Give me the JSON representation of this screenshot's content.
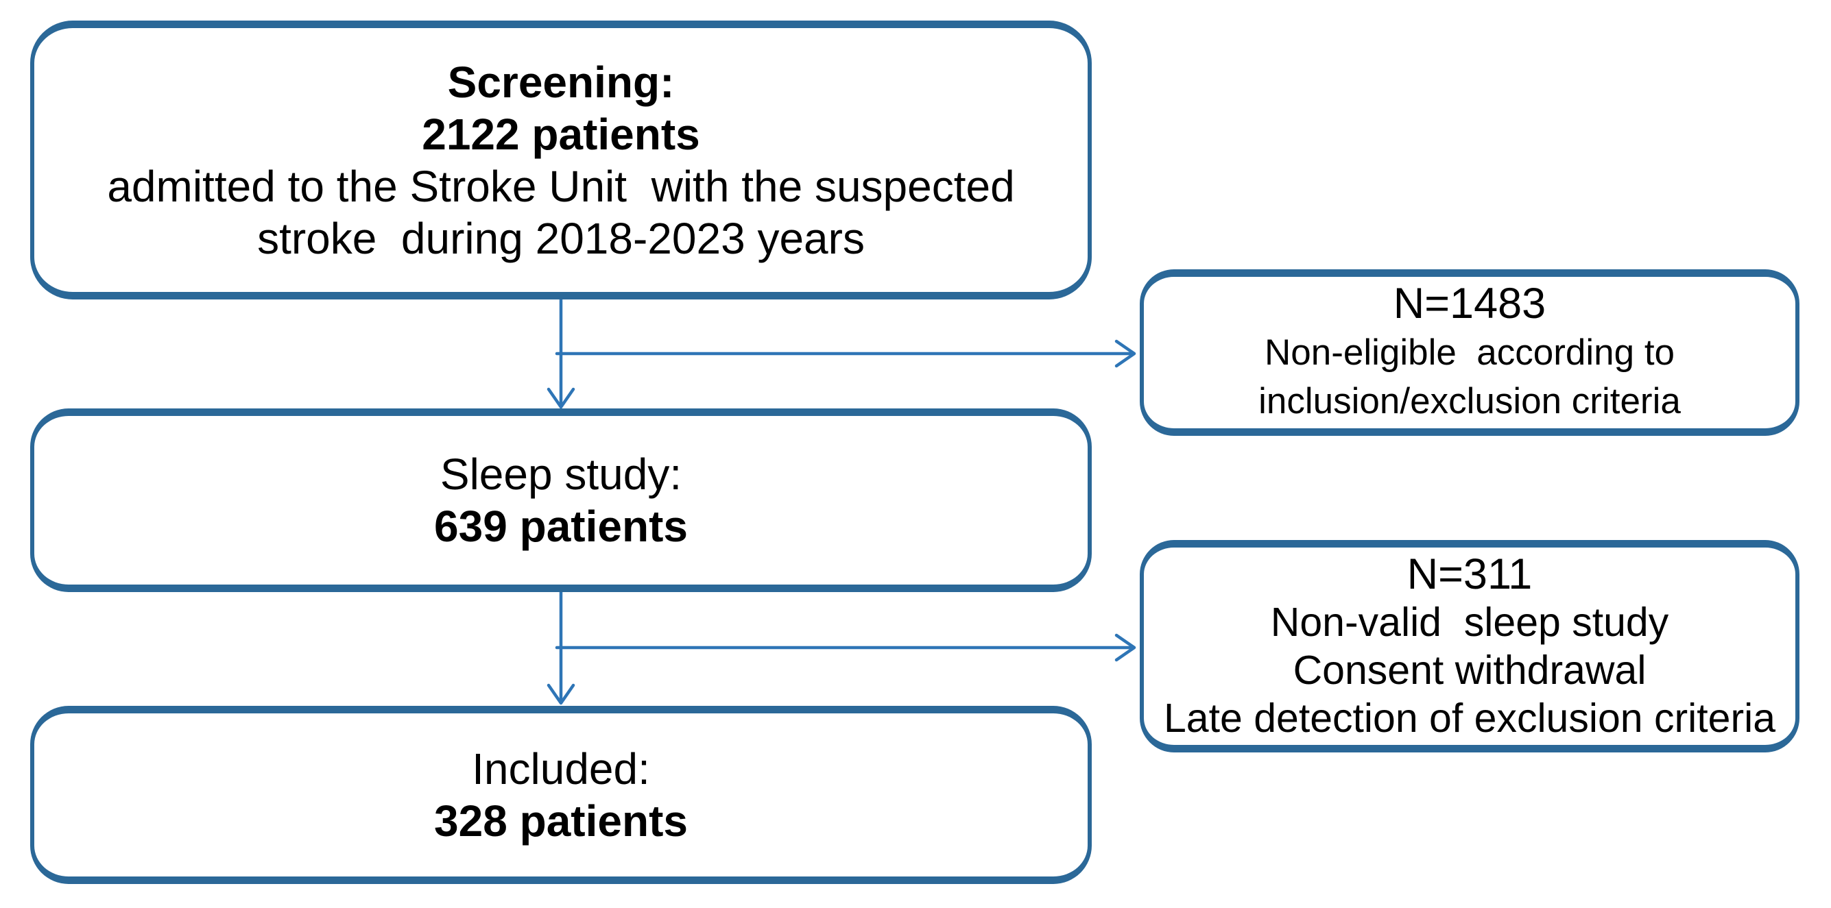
{
  "colors": {
    "border": "#2b6898",
    "arrow": "#2e75b6",
    "text": "#000000",
    "background": "#ffffff"
  },
  "diagram": {
    "screening": {
      "line1": "Screening:",
      "line2": "2122 patients",
      "line3": "admitted to the Stroke Unit  with the suspected",
      "line4": "stroke  during 2018-2023 years"
    },
    "sleep_study": {
      "line1": "Sleep study:",
      "line2": "639 patients"
    },
    "included": {
      "line1": "Included:",
      "line2": "328 patients"
    },
    "excluded_screening": {
      "n": "N=1483",
      "line1": "Non-eligible  according to",
      "line2": "inclusion/exclusion criteria"
    },
    "excluded_sleep_study": {
      "n": "N=311",
      "line1": "Non-valid  sleep study",
      "line2": "Consent withdrawal",
      "line3": "Late detection of exclusion criteria"
    }
  }
}
